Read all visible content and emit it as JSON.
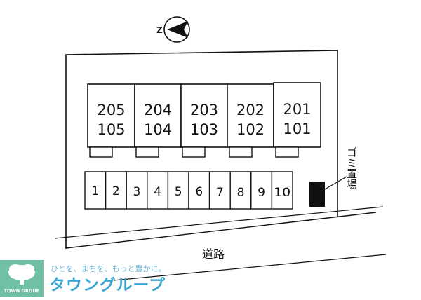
{
  "north_marker": {
    "letter": "Z"
  },
  "units": [
    {
      "upper": "205",
      "lower": "105"
    },
    {
      "upper": "204",
      "lower": "104"
    },
    {
      "upper": "203",
      "lower": "103"
    },
    {
      "upper": "202",
      "lower": "102"
    },
    {
      "upper": "201",
      "lower": "101"
    }
  ],
  "parking_spaces": [
    "1",
    "2",
    "3",
    "4",
    "5",
    "6",
    "7",
    "8",
    "9",
    "10"
  ],
  "garbage_area": {
    "label": "ゴミ置場"
  },
  "road": {
    "label": "道路"
  },
  "logo": {
    "tagline": "ひとを、まちを、もっと豊かに。",
    "name": "タウングループ",
    "sub": "TOWN GROUP",
    "color": "#39a6d1"
  }
}
